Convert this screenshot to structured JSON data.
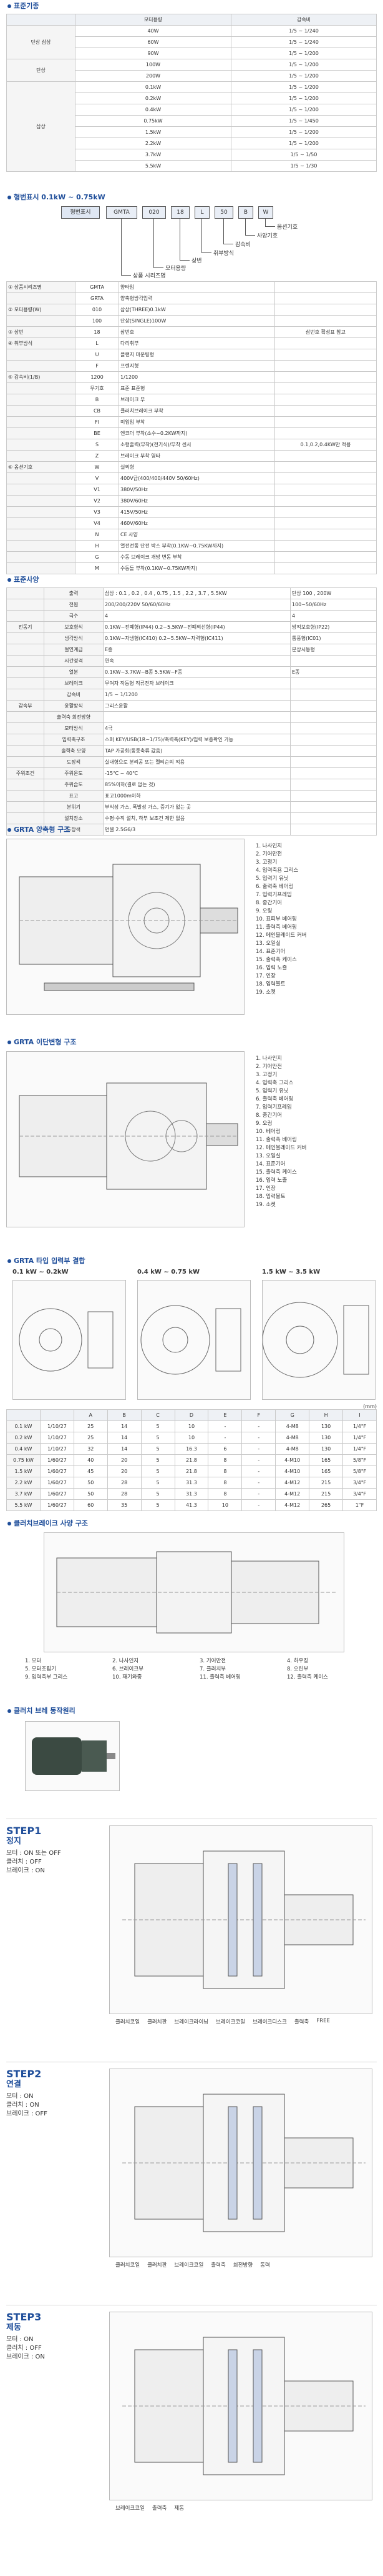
{
  "sections": {
    "s1": "표준기종",
    "s2": "형번표시 0.1kW ~ 0.75kW",
    "s3": "표준사양",
    "s4": "GRTA 양축형 구조",
    "s5": "GRTA 이단변형 구조",
    "s6": "GRTA 타입 입력부 결합",
    "s7": "클러치브레이크 사양 구조",
    "s8": "클러치 브레 동작원리"
  },
  "t1": {
    "headers": [
      "모터용량",
      "감속비"
    ],
    "groups": [
      {
        "name": "단상 삼상",
        "rows": [
          [
            "40W",
            "1/5 ~ 1/240"
          ],
          [
            "60W",
            "1/5 ~ 1/240"
          ],
          [
            "90W",
            "1/5 ~ 1/200"
          ]
        ]
      },
      {
        "name": "단상",
        "rows": [
          [
            "100W",
            "1/5 ~ 1/200"
          ],
          [
            "200W",
            "1/5 ~ 1/200"
          ]
        ]
      },
      {
        "name": "삼상",
        "rows": [
          [
            "0.1kW",
            "1/5 ~ 1/200"
          ],
          [
            "0.2kW",
            "1/5 ~ 1/200"
          ],
          [
            "0.4kW",
            "1/5 ~ 1/200"
          ],
          [
            "0.75kW",
            "1/5 ~ 1/450"
          ],
          [
            "1.5kW",
            "1/5 ~ 1/200"
          ],
          [
            "2.2kW",
            "1/5 ~ 1/200"
          ],
          [
            "3.7kW",
            "1/5 ~ 1/50"
          ],
          [
            "5.5kW",
            "1/5 ~ 1/30"
          ]
        ]
      }
    ]
  },
  "code": {
    "boxes": [
      "형번표시",
      "GMTA",
      "020",
      "18",
      "L",
      "50",
      "B",
      "W"
    ],
    "labels": [
      "옵션기호",
      "사양기호",
      "감속비",
      "취부방식",
      "상번",
      "모터용량",
      "상품 시리즈명"
    ]
  },
  "t2": {
    "rows": [
      [
        "① 상품시리즈명",
        "GMTA",
        "양타입",
        ""
      ],
      [
        "",
        "GRTA",
        "양축형방각입력",
        ""
      ],
      [
        "② 모터용량(W)",
        "010",
        "삼상(THREE)0.1kW",
        ""
      ],
      [
        "",
        "100",
        "단상(SINGLE)100W",
        ""
      ],
      [
        "③ 상번",
        "18",
        "삼번호",
        "삼번호 확성표 참고"
      ],
      [
        "④ 취부방식",
        "L",
        "다리취부",
        ""
      ],
      [
        "",
        "U",
        "플랜지 마운팅형",
        ""
      ],
      [
        "",
        "F",
        "프렌지형",
        ""
      ],
      [
        "⑤ 감속비(1/B)",
        "1200",
        "1/1200",
        ""
      ],
      [
        "",
        "무기호",
        "표준 표준형",
        ""
      ],
      [
        "",
        "B",
        "브레이크 부",
        ""
      ],
      [
        "",
        "CB",
        "클러치브레이크 부착",
        ""
      ],
      [
        "",
        "FI",
        "미입입 부착",
        ""
      ],
      [
        "",
        "BE",
        "엔코더 부착(소수~0.2KW까지)",
        ""
      ],
      [
        "",
        "S",
        "소형출력(부착)(전기식)/부착 센서",
        "0.1,0.2,0.4KW만 적용"
      ],
      [
        "",
        "Z",
        "브레이크 부착 영타",
        ""
      ],
      [
        "⑥ 옵션기호",
        "W",
        "실외형",
        ""
      ],
      [
        "",
        "V",
        "400V급(400/400/440V 50/60Hz)",
        ""
      ],
      [
        "",
        "V1",
        "380V/50Hz",
        ""
      ],
      [
        "",
        "V2",
        "380V/60Hz",
        ""
      ],
      [
        "",
        "V3",
        "415V/50Hz",
        ""
      ],
      [
        "",
        "V4",
        "460V/60Hz",
        ""
      ],
      [
        "",
        "N",
        "CE 사양",
        ""
      ],
      [
        "",
        "H",
        "열전전동 단전 박스 부착(0.1KW~0.75KW까지)",
        ""
      ],
      [
        "",
        "G",
        "수동 브레이크 개방 변동 부착",
        ""
      ],
      [
        "",
        "M",
        "수동돌 부착(0.1KW~0.75KW까지)",
        ""
      ]
    ]
  },
  "t3": {
    "rows": [
      [
        "",
        "출력",
        "삼상 : 0.1 , 0.2 , 0.4 , 0.75 , 1.5 , 2.2 , 3.7 , 5.5KW",
        "단상 100 , 200W"
      ],
      [
        "",
        "전원",
        "200/200/220V 50/60/60Hz",
        "100~50/60Hz"
      ],
      [
        "",
        "극수",
        "4",
        "4"
      ],
      [
        "전동기",
        "보호형식",
        "0.1KW~전폐형(IP44) 0.2~5.5KW~전폐외선형(IP44)",
        "방적보호형(IP22)"
      ],
      [
        "",
        "냉각방식",
        "0.1KW~자냉형(IC410) 0.2~5.5KW~자력형(IC411)",
        "통풍형(IC01)"
      ],
      [
        "",
        "절연계급",
        "E종",
        "분상시동형"
      ],
      [
        "",
        "시간정격",
        "연속",
        ""
      ],
      [
        "",
        "열분",
        "0.1KW~3.7KW~B종 5.5KW~F종",
        "E종"
      ],
      [
        "",
        "브레이크",
        "무여자 작동형 직류전자 브레이크",
        ""
      ],
      [
        "",
        "감속비",
        "1/5 ~ 1/1200",
        ""
      ],
      [
        "감속부",
        "윤활방식",
        "그리스윤활",
        ""
      ],
      [
        "",
        "출력축 회전방향",
        "",
        ""
      ],
      [
        "",
        "모터방식",
        "4극",
        ""
      ],
      [
        "",
        "입력축구조",
        "스퍼 KEY/USB(1R~1/75)/축력축(KEY)/입력 보증확인 가능",
        ""
      ],
      [
        "",
        "출력축 모양",
        "TAP 가공회(동종축류 값음)",
        ""
      ],
      [
        "",
        "도장색",
        "실내형으로 분리공 또는 멜티순의 적용",
        ""
      ],
      [
        "주위조건",
        "주위온도",
        "-15℃ ~ 40℃",
        ""
      ],
      [
        "",
        "주위습도",
        "85%이하(결로 없는 것)",
        ""
      ],
      [
        "",
        "표고",
        "표고1000m이하",
        ""
      ],
      [
        "",
        "분위기",
        "부식성 가스, 폭발성 가스, 증기가 없는 곳",
        ""
      ],
      [
        "",
        "설치장소",
        "수평·수직 설치, 하부 보조건 제한 없음",
        ""
      ],
      [
        "",
        "도장색",
        "먼셀 2.5G6/3",
        ""
      ]
    ]
  },
  "legend4": [
    "1. 나사인지",
    "2. 기어만전",
    "3. 고정기",
    "4. 입력축용 그리스",
    "5. 입력기 유닛",
    "6. 출력축 베어링",
    "7. 입력기프레임",
    "8. 중간기어",
    "9. 오링",
    "10. 표피부 베어링",
    "11. 출력측 베어링",
    "12. 메인블레이드 커버",
    "13. 오일실",
    "14. 표준기어",
    "15. 출력축 케이스",
    "16. 입력 노즐",
    "17. 인장",
    "18. 입력볼트",
    "19. 소켓"
  ],
  "legend5": [
    "1. 나사인지",
    "2. 기어만전",
    "3. 고정기",
    "4. 입력축 그리스",
    "5. 입력기 유닛",
    "6. 출력축 베어링",
    "7. 입력기프레임",
    "8. 중간기어",
    "9. 오링",
    "10. 베어링",
    "11. 출력측 베어링",
    "12. 메인블레이드 커버",
    "13. 오일실",
    "14. 표준기어",
    "15. 출력축 케이스",
    "16. 입력 노즐",
    "17. 인장",
    "18. 입력볼트",
    "19. 소켓"
  ],
  "t4": {
    "heads": [
      "0.1 kW ~ 0.2kW",
      "0.4 kW ~ 0.75 kW",
      "1.5 kW ~ 3.5 kW"
    ],
    "unit": "(mm)",
    "cols": [
      "",
      "",
      "A",
      "B",
      "C",
      "D",
      "E",
      "F",
      "G",
      "H",
      "I"
    ],
    "rows": [
      [
        "0.1 kW",
        "1/10/27",
        "25",
        "14",
        "5",
        "10",
        "-",
        "-",
        "4-M8",
        "130",
        "1/4\"F"
      ],
      [
        "0.2 kW",
        "1/10/27",
        "25",
        "14",
        "5",
        "10",
        "-",
        "-",
        "4-M8",
        "130",
        "1/4\"F"
      ],
      [
        "0.4 kW",
        "1/10/27",
        "32",
        "14",
        "5",
        "16.3",
        "6",
        "-",
        "4-M8",
        "130",
        "1/4\"F"
      ],
      [
        "0.75 kW",
        "1/60/27",
        "40",
        "20",
        "5",
        "21.8",
        "8",
        "-",
        "4-M10",
        "165",
        "5/8\"F"
      ],
      [
        "1.5 kW",
        "1/60/27",
        "45",
        "20",
        "5",
        "21.8",
        "8",
        "-",
        "4-M10",
        "165",
        "5/8\"F"
      ],
      [
        "2.2 kW",
        "1/60/27",
        "50",
        "28",
        "5",
        "31.3",
        "8",
        "-",
        "4-M12",
        "215",
        "3/4\"F"
      ],
      [
        "3.7 kW",
        "1/60/27",
        "50",
        "28",
        "5",
        "31.3",
        "8",
        "-",
        "4-M12",
        "215",
        "3/4\"F"
      ],
      [
        "5.5 kW",
        "1/60/27",
        "60",
        "35",
        "5",
        "41.3",
        "10",
        "-",
        "4-M12",
        "265",
        "1\"F"
      ]
    ]
  },
  "legend7": [
    "1. 모터",
    "2. 나사인지",
    "3. 기어만전",
    "4. 하우징",
    "5. 모터조립기",
    "6. 브레이크부",
    "7. 클러치부",
    "8. 오린부",
    "9. 입력축부 그리스",
    "10. 재기와중",
    "11. 출력측 베어링",
    "12. 출력측 케이스"
  ],
  "steps": [
    {
      "title": "STEP1",
      "sub": "정지",
      "lines": [
        "모터 : ON 또는 OFF",
        "클러치 : OFF",
        "브레이크 : ON"
      ],
      "notes": [
        "클러치코일",
        "클러치판",
        "브레이크라이닝",
        "브레이크코일",
        "브레이크디스크",
        "출력축",
        "FREE"
      ]
    },
    {
      "title": "STEP2",
      "sub": "연결",
      "lines": [
        "모터 : ON",
        "클러치 : ON",
        "브레이크 : OFF"
      ],
      "notes": [
        "클러치코일",
        "클러치판",
        "브레이크코일",
        "출력축",
        "회전방향",
        "동력"
      ]
    },
    {
      "title": "STEP3",
      "sub": "제동",
      "lines": [
        "모터 : ON",
        "클러치 : OFF",
        "브레이크 : ON"
      ],
      "notes": [
        "브레이크코일",
        "출력축",
        "제동"
      ]
    }
  ]
}
